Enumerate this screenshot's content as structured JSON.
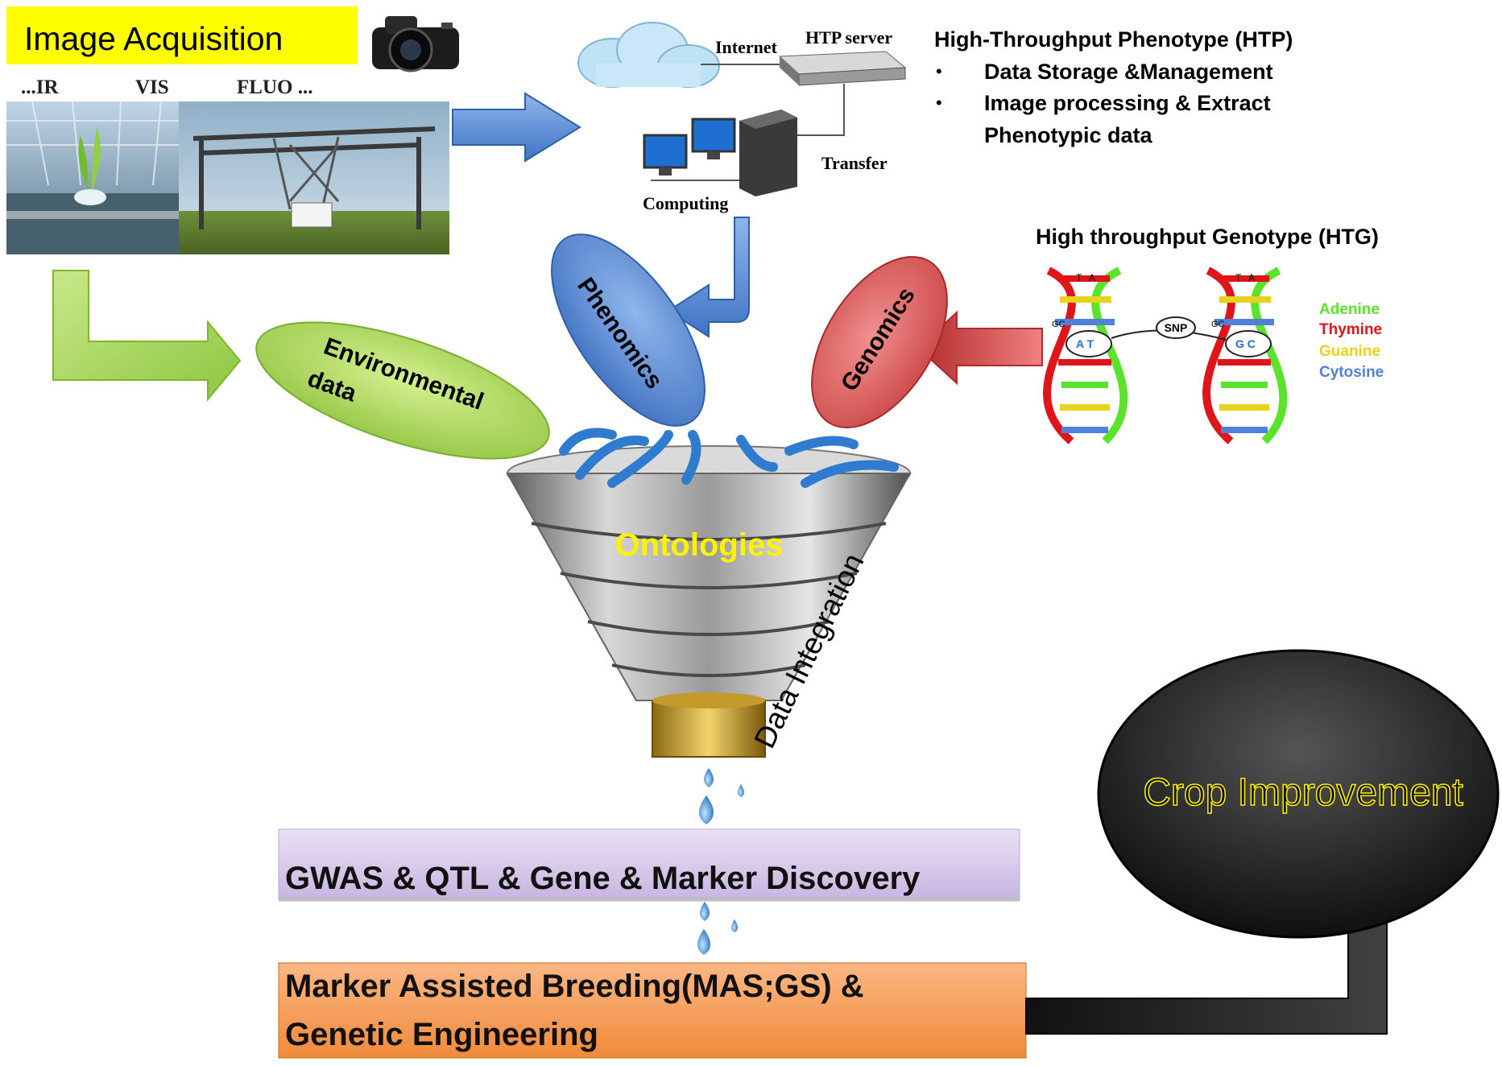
{
  "image_acquisition": {
    "title": "Image Acquisition",
    "bands": [
      "...IR",
      "VIS",
      "FLUO ..."
    ]
  },
  "network": {
    "internet": "Internet",
    "server": "HTP server",
    "transfer": "Transfer",
    "computing": "Computing"
  },
  "htp": {
    "title": "High-Throughput Phenotype (HTP)",
    "bullets": [
      "Data Storage &Management",
      "Image processing & Extract",
      "Phenotypic data"
    ]
  },
  "htg": {
    "title": "High throughput Genotype (HTG)",
    "snp": "SNP",
    "legend": [
      {
        "label": "Adenine",
        "color": "#5BE32C"
      },
      {
        "label": "Thymine",
        "color": "#E0151A"
      },
      {
        "label": "Guanine",
        "color": "#E8D21C"
      },
      {
        "label": "Cytosine",
        "color": "#4F81D9"
      }
    ],
    "bases": [
      "T",
      "A"
    ],
    "snp_pair_left": "A T",
    "snp_pair_right": "G C",
    "fragment": "GC"
  },
  "sources": {
    "environmental": [
      "Environmental",
      "data"
    ],
    "phenomics": "Phenomics",
    "genomics": "Genomics"
  },
  "funnel": {
    "label": "Ontologies",
    "integration": "Data Integration"
  },
  "outputs": {
    "discovery": "GWAS & QTL & Gene & Marker Discovery",
    "breeding": [
      "Marker Assisted Breeding(MAS;GS) &",
      "Genetic Engineering"
    ],
    "crop": "Crop Improvement"
  },
  "colors": {
    "title_highlight": "#FFFF00",
    "environmental": "#A8D65C",
    "phenomics": "#4A7FCB",
    "genomics": "#D9534F",
    "funnel_text": "#FFF200",
    "discovery_box": "#D9CDEA",
    "breeding_box": "#F7994A",
    "crop_ellipse": "#1A1A1A",
    "blue_arrow": "#5B8FD6",
    "green_arrow": "#9ACD32",
    "red_arrow": "#E06666"
  }
}
